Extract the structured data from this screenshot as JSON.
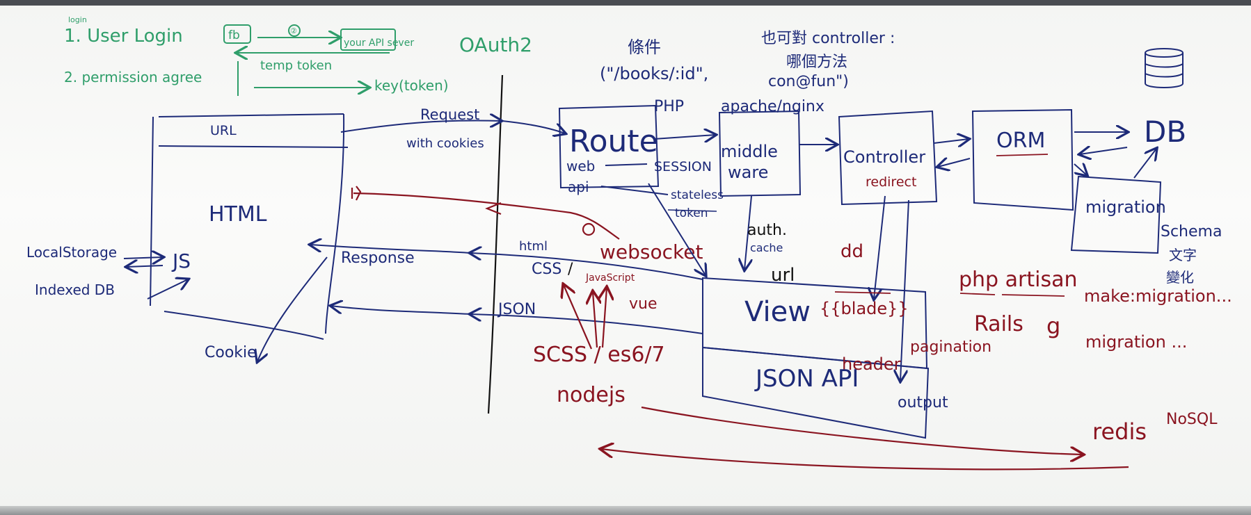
{
  "colors": {
    "green_marker": "#2f9e6a",
    "navy_marker": "#1d2a78",
    "red_marker": "#8a1420",
    "black_marker": "#111111",
    "board": "#f7f8f6"
  },
  "oauth": {
    "step1": "1. User Login",
    "step1_note": "login",
    "fb": "fb",
    "step_marker": "②",
    "your_api_server": "your API sever",
    "temp_token": "temp token",
    "step2": "2. permission agree",
    "key_token": "key(token)",
    "title": "OAuth2"
  },
  "browser": {
    "url": "URL",
    "html": "HTML",
    "js": "JS",
    "local_storage": "LocalStorage",
    "indexed_db": "Indexed DB",
    "cookie": "Cookie"
  },
  "transport": {
    "request": "Request",
    "with_cookies": "with cookies",
    "response": "Response",
    "html_small": "html",
    "css": "CSS",
    "javascript": "JavaScript",
    "vue": "vue",
    "json": "JSON",
    "websocket": "websocket",
    "scss_es": "SCSS / es6/7",
    "nodejs": "nodejs"
  },
  "server": {
    "condition_cn": "條件",
    "route_param": "(\"/books/:id\",",
    "controller_note_cn": "也可對 controller :",
    "method_note_cn": "哪個方法",
    "con_fun": "con@fun\")",
    "php": "PHP",
    "apache_nginx": "apache/nginx",
    "route": "Route",
    "web": "web",
    "api": "api",
    "session": "SESSION",
    "stateless": "stateless",
    "token": "token",
    "middleware_line1": "middle",
    "middleware_line2": "ware",
    "controller": "Controller",
    "redirect": "redirect",
    "orm": "ORM",
    "db": "DB",
    "migration": "migration",
    "schema": "Schema",
    "schema_cn1": "文字",
    "schema_cn2": "變化",
    "auth": "auth.",
    "cache": "cache",
    "url": "url",
    "dd": "dd",
    "view": "View",
    "blade": "{{blade}}",
    "pagination": "pagination",
    "header": "header",
    "json_api": "JSON API",
    "output": "output"
  },
  "tools": {
    "php_artisan": "php artisan",
    "make_migration": "make:migration...",
    "rails": "Rails",
    "g": "g",
    "migration_rails": "migration ...",
    "redis": "redis",
    "nosql": "NoSQL"
  }
}
